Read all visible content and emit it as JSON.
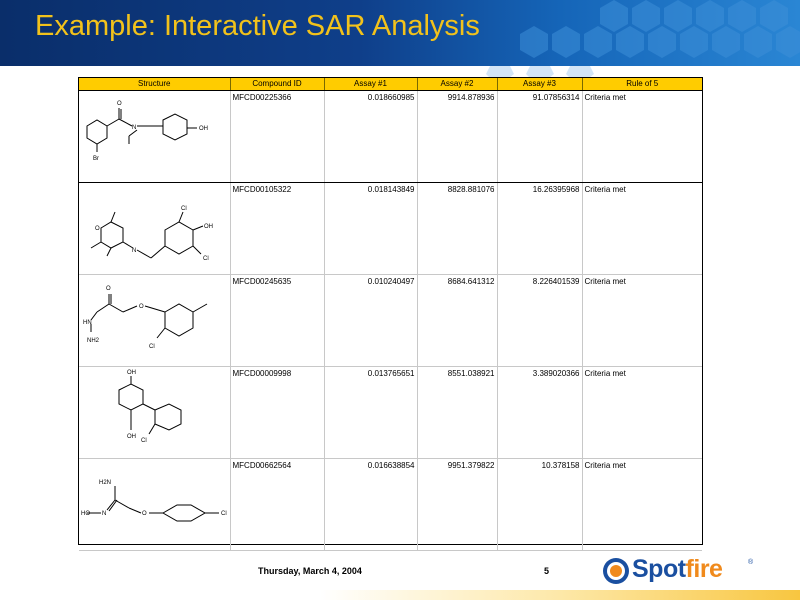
{
  "slide": {
    "title": "Example: Interactive SAR Analysis"
  },
  "table": {
    "columns": [
      "Structure",
      "Compound ID",
      "Assay #1",
      "Assay #2",
      "Assay #3",
      "Rule of 5"
    ],
    "rows": [
      {
        "compound_id": "MFCD00225366",
        "assay1": "0.018660985",
        "assay2": "9914.878936",
        "assay3": "91.07856314",
        "rule_of_5": "Criteria met",
        "atom_labels": [
          "O",
          "N",
          "OH",
          "Br"
        ]
      },
      {
        "compound_id": "MFCD00105322",
        "assay1": "0.018143849",
        "assay2": "8828.881076",
        "assay3": "16.26395968",
        "rule_of_5": "Criteria met",
        "atom_labels": [
          "O",
          "N",
          "Cl",
          "OH",
          "Cl"
        ]
      },
      {
        "compound_id": "MFCD00245635",
        "assay1": "0.010240497",
        "assay2": "8684.641312",
        "assay3": "8.226401539",
        "rule_of_5": "Criteria met",
        "atom_labels": [
          "O",
          "HN",
          "NH2",
          "O",
          "Cl"
        ]
      },
      {
        "compound_id": "MFCD00009998",
        "assay1": "0.013765651",
        "assay2": "8551.038921",
        "assay3": "3.389020366",
        "rule_of_5": "Criteria met",
        "atom_labels": [
          "OH",
          "OH",
          "Cl"
        ]
      },
      {
        "compound_id": "MFCD00662564",
        "assay1": "0.016638854",
        "assay2": "9951.379822",
        "assay3": "10.378158",
        "rule_of_5": "Criteria met",
        "atom_labels": [
          "H2N",
          "HO",
          "N",
          "O",
          "Cl"
        ]
      }
    ]
  },
  "footer": {
    "date": "Thursday, March 4, 2004",
    "page": "5"
  },
  "logo": {
    "text_a": "Spot",
    "text_b": "fire",
    "reg": "®"
  },
  "colors": {
    "title": "#f2c21b",
    "header_band": "#0f3f8a",
    "table_header": "#ffcc00",
    "logo_blue": "#1a4fa0",
    "logo_orange": "#f08a1c"
  }
}
